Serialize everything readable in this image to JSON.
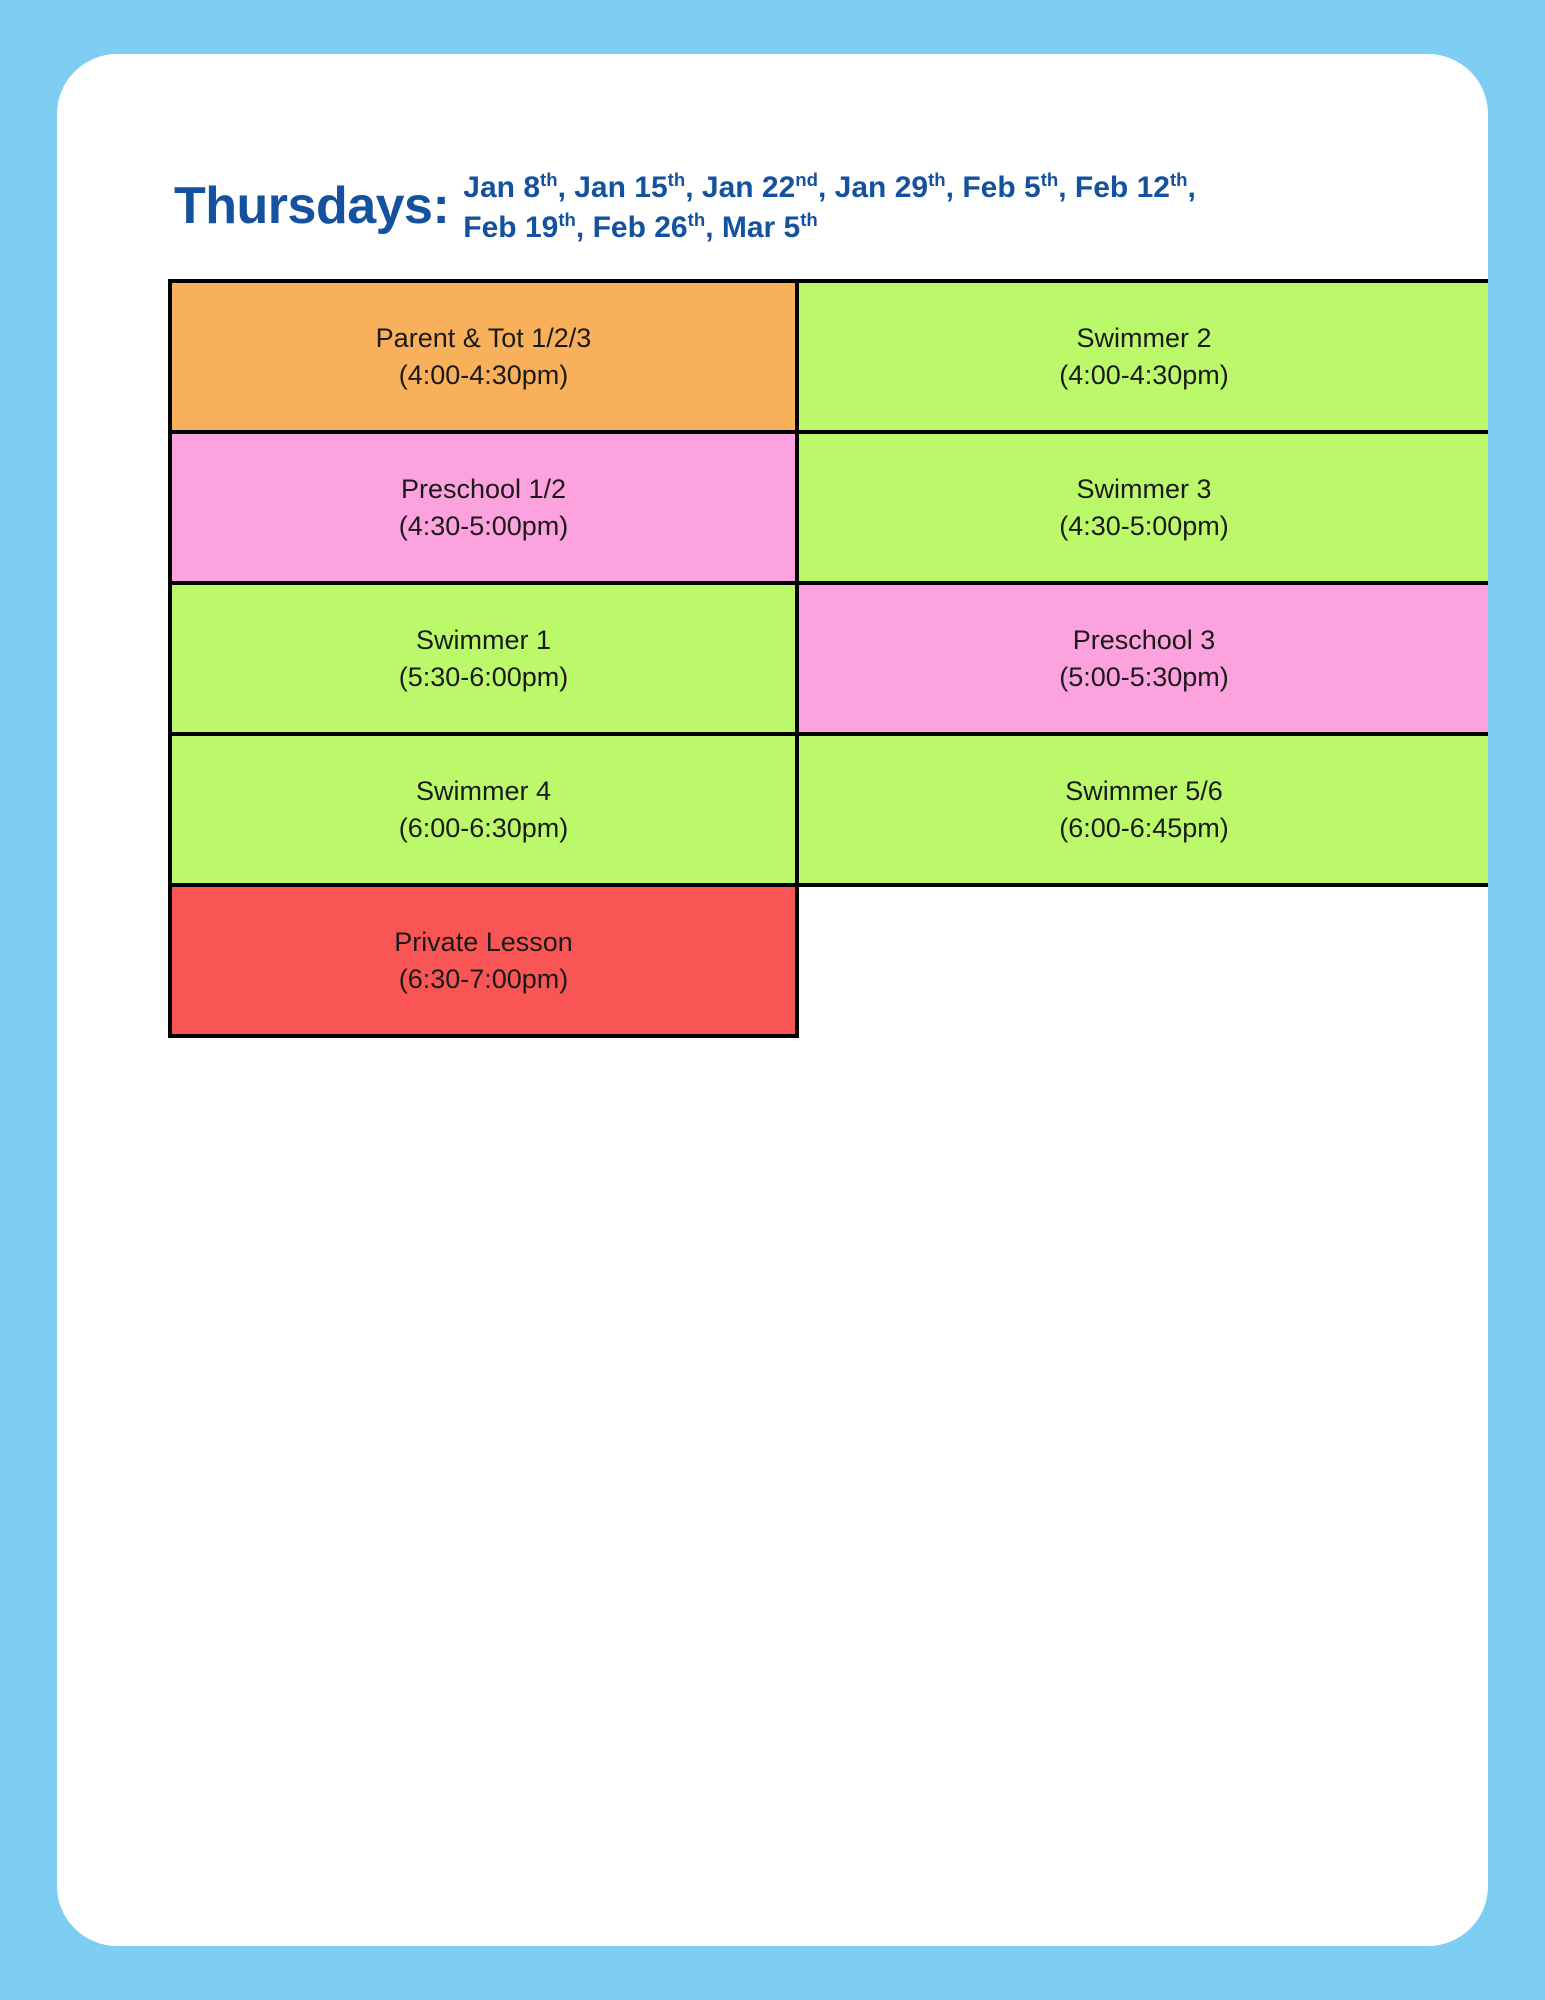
{
  "theme": {
    "page_background": "#7ECDF2",
    "card_background": "#FFFFFF",
    "heading_color": "#14529F",
    "cell_text_color": "#1A1A1A",
    "border_color": "#000000",
    "swatch_orange": "#F9B05A",
    "swatch_green": "#BCF96A",
    "swatch_pink": "#FCA2DE",
    "swatch_red": "#FA5555"
  },
  "header": {
    "day_label": "Thursdays:",
    "dates_line_1": "Jan 8th, Jan 15th, Jan 22nd, Jan 29th, Feb 5th, Feb 12th,",
    "dates_line_2": "Feb 19th, Feb 26th, Mar 5th",
    "dates": [
      {
        "month": "Jan",
        "day": "8",
        "ordinal": "th"
      },
      {
        "month": "Jan",
        "day": "15",
        "ordinal": "th"
      },
      {
        "month": "Jan",
        "day": "22",
        "ordinal": "nd"
      },
      {
        "month": "Jan",
        "day": "29",
        "ordinal": "th"
      },
      {
        "month": "Feb",
        "day": "5",
        "ordinal": "th"
      },
      {
        "month": "Feb",
        "day": "12",
        "ordinal": "th"
      },
      {
        "month": "Feb",
        "day": "19",
        "ordinal": "th"
      },
      {
        "month": "Feb",
        "day": "26",
        "ordinal": "th"
      },
      {
        "month": "Mar",
        "day": "5",
        "ordinal": "th"
      }
    ]
  },
  "schedule": {
    "rows": [
      {
        "left": {
          "title": "Parent & Tot 1/2/3",
          "time": "(4:00-4:30pm)",
          "color": "orange"
        },
        "right": {
          "title": "Swimmer 2",
          "time": "(4:00-4:30pm)",
          "color": "green"
        }
      },
      {
        "left": {
          "title": "Preschool 1/2",
          "time": "(4:30-5:00pm)",
          "color": "pink"
        },
        "right": {
          "title": "Swimmer 3",
          "time": "(4:30-5:00pm)",
          "color": "green"
        }
      },
      {
        "left": {
          "title": "Swimmer 1",
          "time": "(5:30-6:00pm)",
          "color": "green"
        },
        "right": {
          "title": "Preschool 3",
          "time": "(5:00-5:30pm)",
          "color": "pink"
        }
      },
      {
        "left": {
          "title": "Swimmer 4",
          "time": "(6:00-6:30pm)",
          "color": "green"
        },
        "right": {
          "title": "Swimmer 5/6",
          "time": "(6:00-6:45pm)",
          "color": "green"
        }
      },
      {
        "left": {
          "title": "Private Lesson",
          "time": "(6:30-7:00pm)",
          "color": "red"
        },
        "right": null
      }
    ]
  }
}
